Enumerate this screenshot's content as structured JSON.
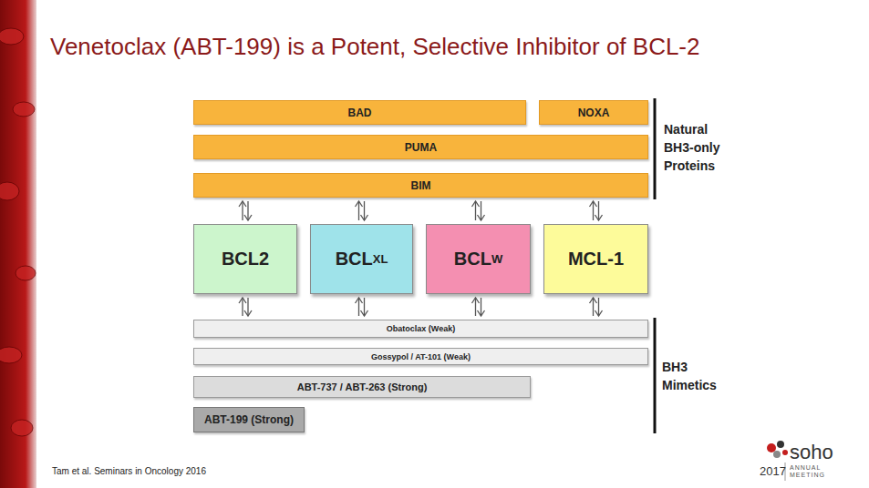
{
  "diagram": {
    "title": "Venetoclax (ABT-199) is a Potent, Selective Inhibitor of BCL-2",
    "nodes": [
      {
        "text": [
          "BAD"
        ]
      },
      {
        "text": [
          "NOXA"
        ]
      },
      {
        "text": [
          "PUMA"
        ]
      },
      {
        "text": [
          "BIM"
        ]
      },
      {
        "text": [
          "BCL2"
        ]
      },
      {
        "text": [
          "BCL",
          "XL"
        ]
      },
      {
        "text": [
          "BCL",
          "W"
        ]
      },
      {
        "text": [
          "MCL-1"
        ]
      },
      {
        "text": [
          "Obatoclax (Weak)"
        ]
      },
      {
        "text": [
          "Gossypol / AT-101 (Weak)"
        ]
      },
      {
        "text": [
          "ABT-737 / ABT-263 (Strong)"
        ]
      },
      {
        "text": [
          "ABT-199 (Strong)"
        ]
      }
    ],
    "edges": [
      {
        "from": 3,
        "to": 4,
        "arrow": "both"
      },
      {
        "from": 3,
        "to": 5,
        "arrow": "both"
      },
      {
        "from": 3,
        "to": 6,
        "arrow": "both"
      },
      {
        "from": 3,
        "to": 7,
        "arrow": "both"
      },
      {
        "from": 4,
        "to": 8,
        "arrow": "both"
      },
      {
        "from": 5,
        "to": 8,
        "arrow": "both"
      },
      {
        "from": 6,
        "to": 8,
        "arrow": "both"
      },
      {
        "from": 7,
        "to": 8,
        "arrow": "both"
      }
    ],
    "labels": [
      "Natural BH3-only Proteins",
      "BH3 Mimetics",
      "Tam et al. Seminars in Oncology 2016",
      "soho",
      "2017",
      "ANNUAL",
      "MEETING"
    ]
  }
}
